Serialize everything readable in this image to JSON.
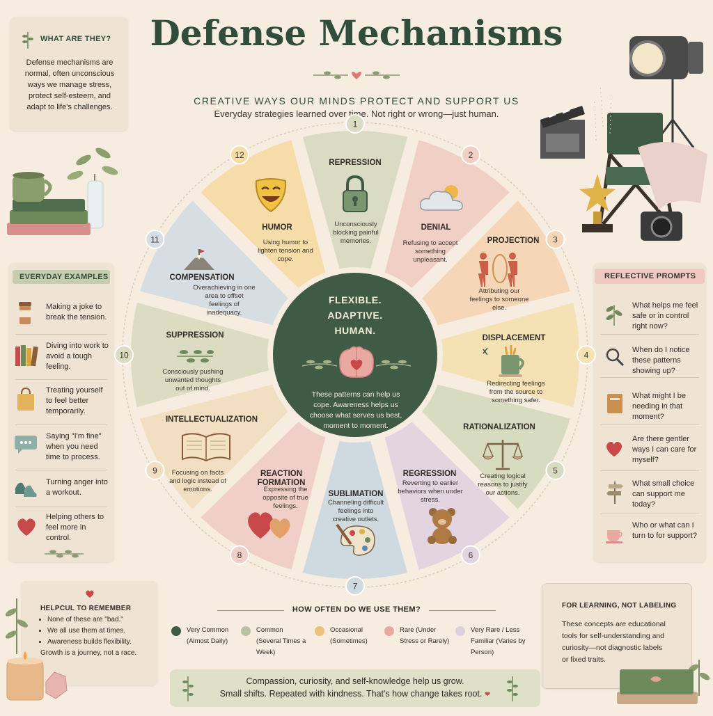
{
  "title": "Defense Mechanisms",
  "subtitle": "CREATIVE WAYS OUR MINDS PROTECT AND SUPPORT US",
  "tagline": "Everyday strategies learned over time. Not right or wrong—just human.",
  "what_are_they": {
    "heading": "WHAT ARE THEY?",
    "text": "Defense mechanisms are normal, often unconscious ways we manage stress, protect self-esteem, and adapt to life's challenges."
  },
  "everyday_examples": {
    "heading": "EVERYDAY EXAMPLES",
    "items": [
      {
        "icon": "coffee-cup-icon",
        "text": "Making a joke to break the tension."
      },
      {
        "icon": "books-icon",
        "text": "Diving into work to avoid a tough feeling."
      },
      {
        "icon": "shopping-bag-icon",
        "text": "Treating yourself to feel better temporarily."
      },
      {
        "icon": "speech-bubble-icon",
        "text": "Saying \"I'm fine\" when you need time to process."
      },
      {
        "icon": "sneakers-icon",
        "text": "Turning anger into a workout."
      },
      {
        "icon": "heart-icon",
        "text": "Helping others to feel more in control."
      }
    ]
  },
  "helpful": {
    "heading": "HELPCUL TO REMEMBER",
    "items": [
      "None of these are \"bad.\"",
      "We all use them at times.",
      "Awareness builds flexibility.",
      "Growth is a journey, not a race."
    ]
  },
  "reflective": {
    "heading": "REFLECTIVE PROMPTS",
    "items": [
      {
        "icon": "leaf-icon",
        "text": "What helps me feel safe or in control right now?"
      },
      {
        "icon": "magnifier-icon",
        "text": "When do I notice these patterns showing up?"
      },
      {
        "icon": "journal-icon",
        "text": "What might I be needing in that moment?"
      },
      {
        "icon": "heart-icon",
        "text": "Are there gentler ways I can care for myself?"
      },
      {
        "icon": "signpost-icon",
        "text": "What small choice can support me today?"
      },
      {
        "icon": "teacup-icon",
        "text": "Who or what can I turn to for support?"
      }
    ]
  },
  "for_learning": {
    "heading": "FOR LEARNING, NOT LABELING",
    "text": "These concepts are educational tools for self-understanding and curiosity—not diagnostic labels or fixed traits."
  },
  "center": {
    "line1": "FLEXIBLE.",
    "line2": "ADAPTIVE.",
    "line3": "HUMAN.",
    "text": "These patterns can help us cope. Awareness helps us choose what serves us best, moment to moment."
  },
  "mechanisms": [
    {
      "num": "1",
      "name": "REPRESSION",
      "desc": "Unconsciously blocking painful memories.",
      "color": "#d9dcc3",
      "icon": "padlock-icon"
    },
    {
      "num": "2",
      "name": "DENIAL",
      "desc": "Refusing to accept something unpleasant.",
      "color": "#f0cfc4",
      "icon": "cloud-sun-icon"
    },
    {
      "num": "3",
      "name": "PROJECTION",
      "desc": "Attributing our feelings to someone else.",
      "color": "#f5d6b6",
      "icon": "figures-mirror-icon"
    },
    {
      "num": "4",
      "name": "DISPLACEMENT",
      "desc": "Redirecting feelings from the source to something safer.",
      "color": "#f5e2b4",
      "icon": "mug-icon"
    },
    {
      "num": "5",
      "name": "RATIONALIZATION",
      "desc": "Creating logical reasons to justify our actions.",
      "color": "#d7dcc0",
      "icon": "scales-icon"
    },
    {
      "num": "6",
      "name": "REGRESSION",
      "desc": "Reverting to earlier behaviors when under stress.",
      "color": "#e2d5e0",
      "icon": "teddy-bear-icon"
    },
    {
      "num": "7",
      "name": "SUBLIMATION",
      "desc": "Channeling difficult feelings into creative outlets.",
      "color": "#cfdae0",
      "icon": "palette-icon"
    },
    {
      "num": "8",
      "name": "REACTION FORMATION",
      "desc": "Expressing the opposite of true feelings.",
      "color": "#efcfc7",
      "icon": "hearts-icon"
    },
    {
      "num": "9",
      "name": "INTELLECTUALIZATION",
      "desc": "Focusing on facts and logic instead of emotions.",
      "color": "#f2dfc2",
      "icon": "open-book-icon"
    },
    {
      "num": "10",
      "name": "SUPPRESSION",
      "desc": "Consciously pushing unwanted thoughts out of mind.",
      "color": "#dcdcc2",
      "icon": "branch-icon"
    },
    {
      "num": "11",
      "name": "COMPENSATION",
      "desc": "Overachieving in one area to offset feelings of inadequacy.",
      "color": "#d6dde3",
      "icon": "mountain-flag-icon"
    },
    {
      "num": "12",
      "name": "HUMOR",
      "desc": "Using humor to lighten tension and cope.",
      "color": "#f5dca9",
      "icon": "smiling-mask-icon"
    }
  ],
  "frequency": {
    "heading": "HOW OFTEN DO WE USE THEM?",
    "levels": [
      {
        "label": "Very Common (Almost Daily)",
        "color": "#3f5a45"
      },
      {
        "label": "Common (Several Times a Week)",
        "color": "#b9c2a2"
      },
      {
        "label": "Occasional (Sometimes)",
        "color": "#ebc27a"
      },
      {
        "label": "Rare (Under Stress or Rarely)",
        "color": "#e9a8a0"
      },
      {
        "label": "Very Rare / Less Familiar (Varies by Person)",
        "color": "#dcd0df"
      }
    ]
  },
  "footer": {
    "line1": "Compassion, curiosity, and self-knowledge help us grow.",
    "line2": "Small shifts. Repeated with kindness. That's how change takes root."
  }
}
